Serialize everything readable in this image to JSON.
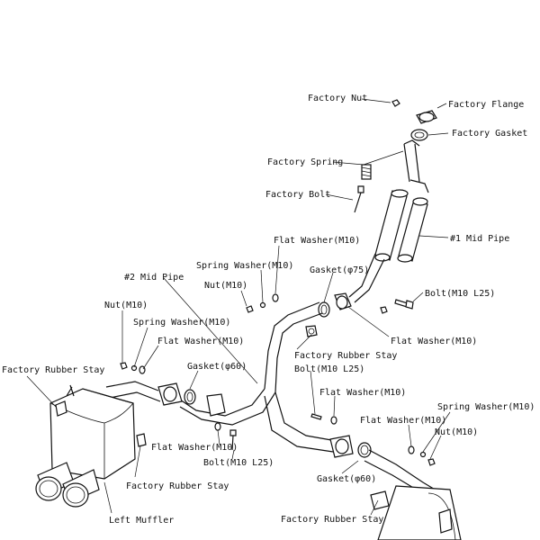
{
  "labels": {
    "factory_nut": "Factory Nut",
    "factory_flange": "Factory Flange",
    "factory_gasket": "Factory Gasket",
    "factory_spring": "Factory Spring",
    "factory_bolt": "Factory Bolt",
    "mid_pipe_1": "#1 Mid Pipe",
    "flat_washer_top": "Flat Washer(M10)",
    "spring_washer_top": "Spring Washer(M10)",
    "gasket_75": "Gasket(φ75)",
    "mid_pipe_2": "#2 Mid Pipe",
    "nut_m10_center": "Nut(M10)",
    "bolt_m10_l25_right": "Bolt(M10 L25)",
    "flat_washer_right": "Flat Washer(M10)",
    "factory_rubber_stay_center": "Factory Rubber Stay",
    "nut_m10_left": "Nut(M10)",
    "spring_washer_left": "Spring Washer(M10)",
    "flat_washer_left": "Flat Washer(M10)",
    "factory_rubber_stay_left": "Factory Rubber Stay",
    "gasket_60_left": "Gasket(φ60)",
    "bolt_m10_l25_center": "Bolt(M10 L25)",
    "flat_washer_center": "Flat Washer(M10)",
    "flat_washer_lower_left": "Flat Washer(M10)",
    "bolt_m10_l25_lower": "Bolt(M10 L25)",
    "factory_rubber_stay_lower_left": "Factory Rubber Stay",
    "left_muffler": "Left Muffler",
    "flat_washer_lower_right": "Flat Washer(M10)",
    "spring_washer_lower_right": "Spring Washer(M10)",
    "nut_m10_lower_right": "Nut(M10)",
    "gasket_60_lower": "Gasket(φ60)",
    "factory_rubber_stay_bottom": "Factory Rubber Stay"
  }
}
